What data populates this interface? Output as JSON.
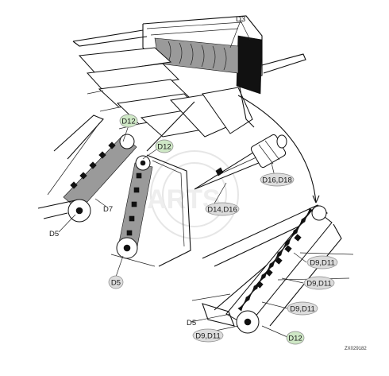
{
  "colors": {
    "callout_gray": "#dcdcdc",
    "callout_green": "#cfe8c6",
    "callout_border": "#8a8a8a",
    "line": "#111111"
  },
  "callouts": [
    {
      "id": "d3",
      "text": "D3",
      "style": "plain"
    },
    {
      "id": "d12-top",
      "text": "D12",
      "style": "green"
    },
    {
      "id": "d12-mid",
      "text": "D12",
      "style": "green"
    },
    {
      "id": "d7",
      "text": "D7",
      "style": "plain"
    },
    {
      "id": "d5-left",
      "text": "D5",
      "style": "plain"
    },
    {
      "id": "d5-center",
      "text": "D5",
      "style": "gray"
    },
    {
      "id": "d16-d18",
      "text": "D16,D18",
      "style": "gray"
    },
    {
      "id": "d14-d16",
      "text": "D14,D16",
      "style": "gray"
    },
    {
      "id": "d9-d11-a",
      "text": "D9,D11",
      "style": "gray"
    },
    {
      "id": "d9-d11-b",
      "text": "D9,D11",
      "style": "gray"
    },
    {
      "id": "d9-d11-c",
      "text": "D9,D11",
      "style": "gray"
    },
    {
      "id": "d5-right",
      "text": "D5",
      "style": "plain"
    },
    {
      "id": "d9-d11-d",
      "text": "D9,D11",
      "style": "gray"
    },
    {
      "id": "d12-bottom",
      "text": "D12",
      "style": "green"
    }
  ],
  "figure_ref": "ZX029182"
}
